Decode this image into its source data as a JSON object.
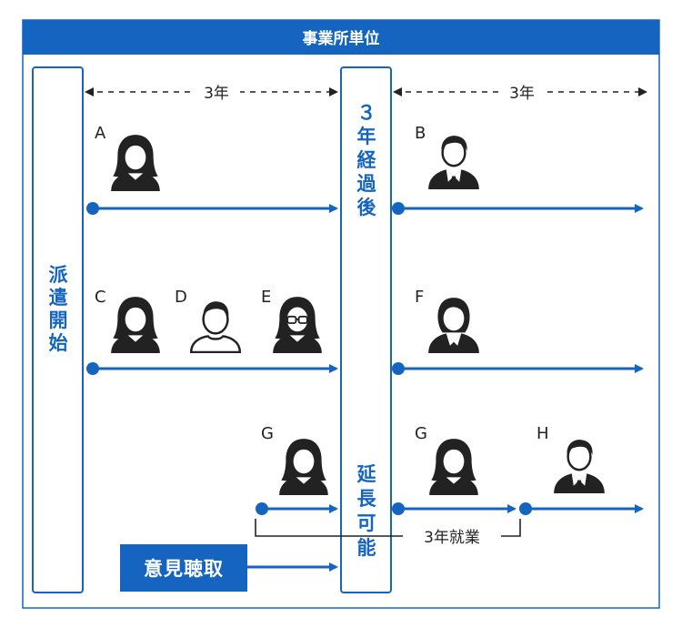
{
  "header": {
    "title": "事業所単位"
  },
  "colors": {
    "accent": "#1565c0",
    "dark": "#222222",
    "white": "#ffffff"
  },
  "left_column": {
    "chars": [
      "派",
      "遣",
      "開",
      "始"
    ]
  },
  "middle_column": {
    "top_chars": [
      "３",
      "年",
      "経",
      "過",
      "後"
    ],
    "bottom_chars": [
      "延",
      "長",
      "可",
      "能"
    ]
  },
  "spans": {
    "left": "3年",
    "right": "3年"
  },
  "people": {
    "A": {
      "label": "A",
      "icon": "woman-icon"
    },
    "B": {
      "label": "B",
      "icon": "businessman-icon"
    },
    "C": {
      "label": "C",
      "icon": "woman-icon"
    },
    "D": {
      "label": "D",
      "icon": "man-outline-icon"
    },
    "E": {
      "label": "E",
      "icon": "woman-glasses-icon"
    },
    "F": {
      "label": "F",
      "icon": "businesswoman-icon"
    },
    "G1": {
      "label": "G",
      "icon": "woman-icon"
    },
    "G2": {
      "label": "G",
      "icon": "woman-icon"
    },
    "H": {
      "label": "H",
      "icon": "businessman-icon"
    }
  },
  "bracket_label": "3年就業",
  "hearing_button": {
    "label": "意見聴取"
  }
}
